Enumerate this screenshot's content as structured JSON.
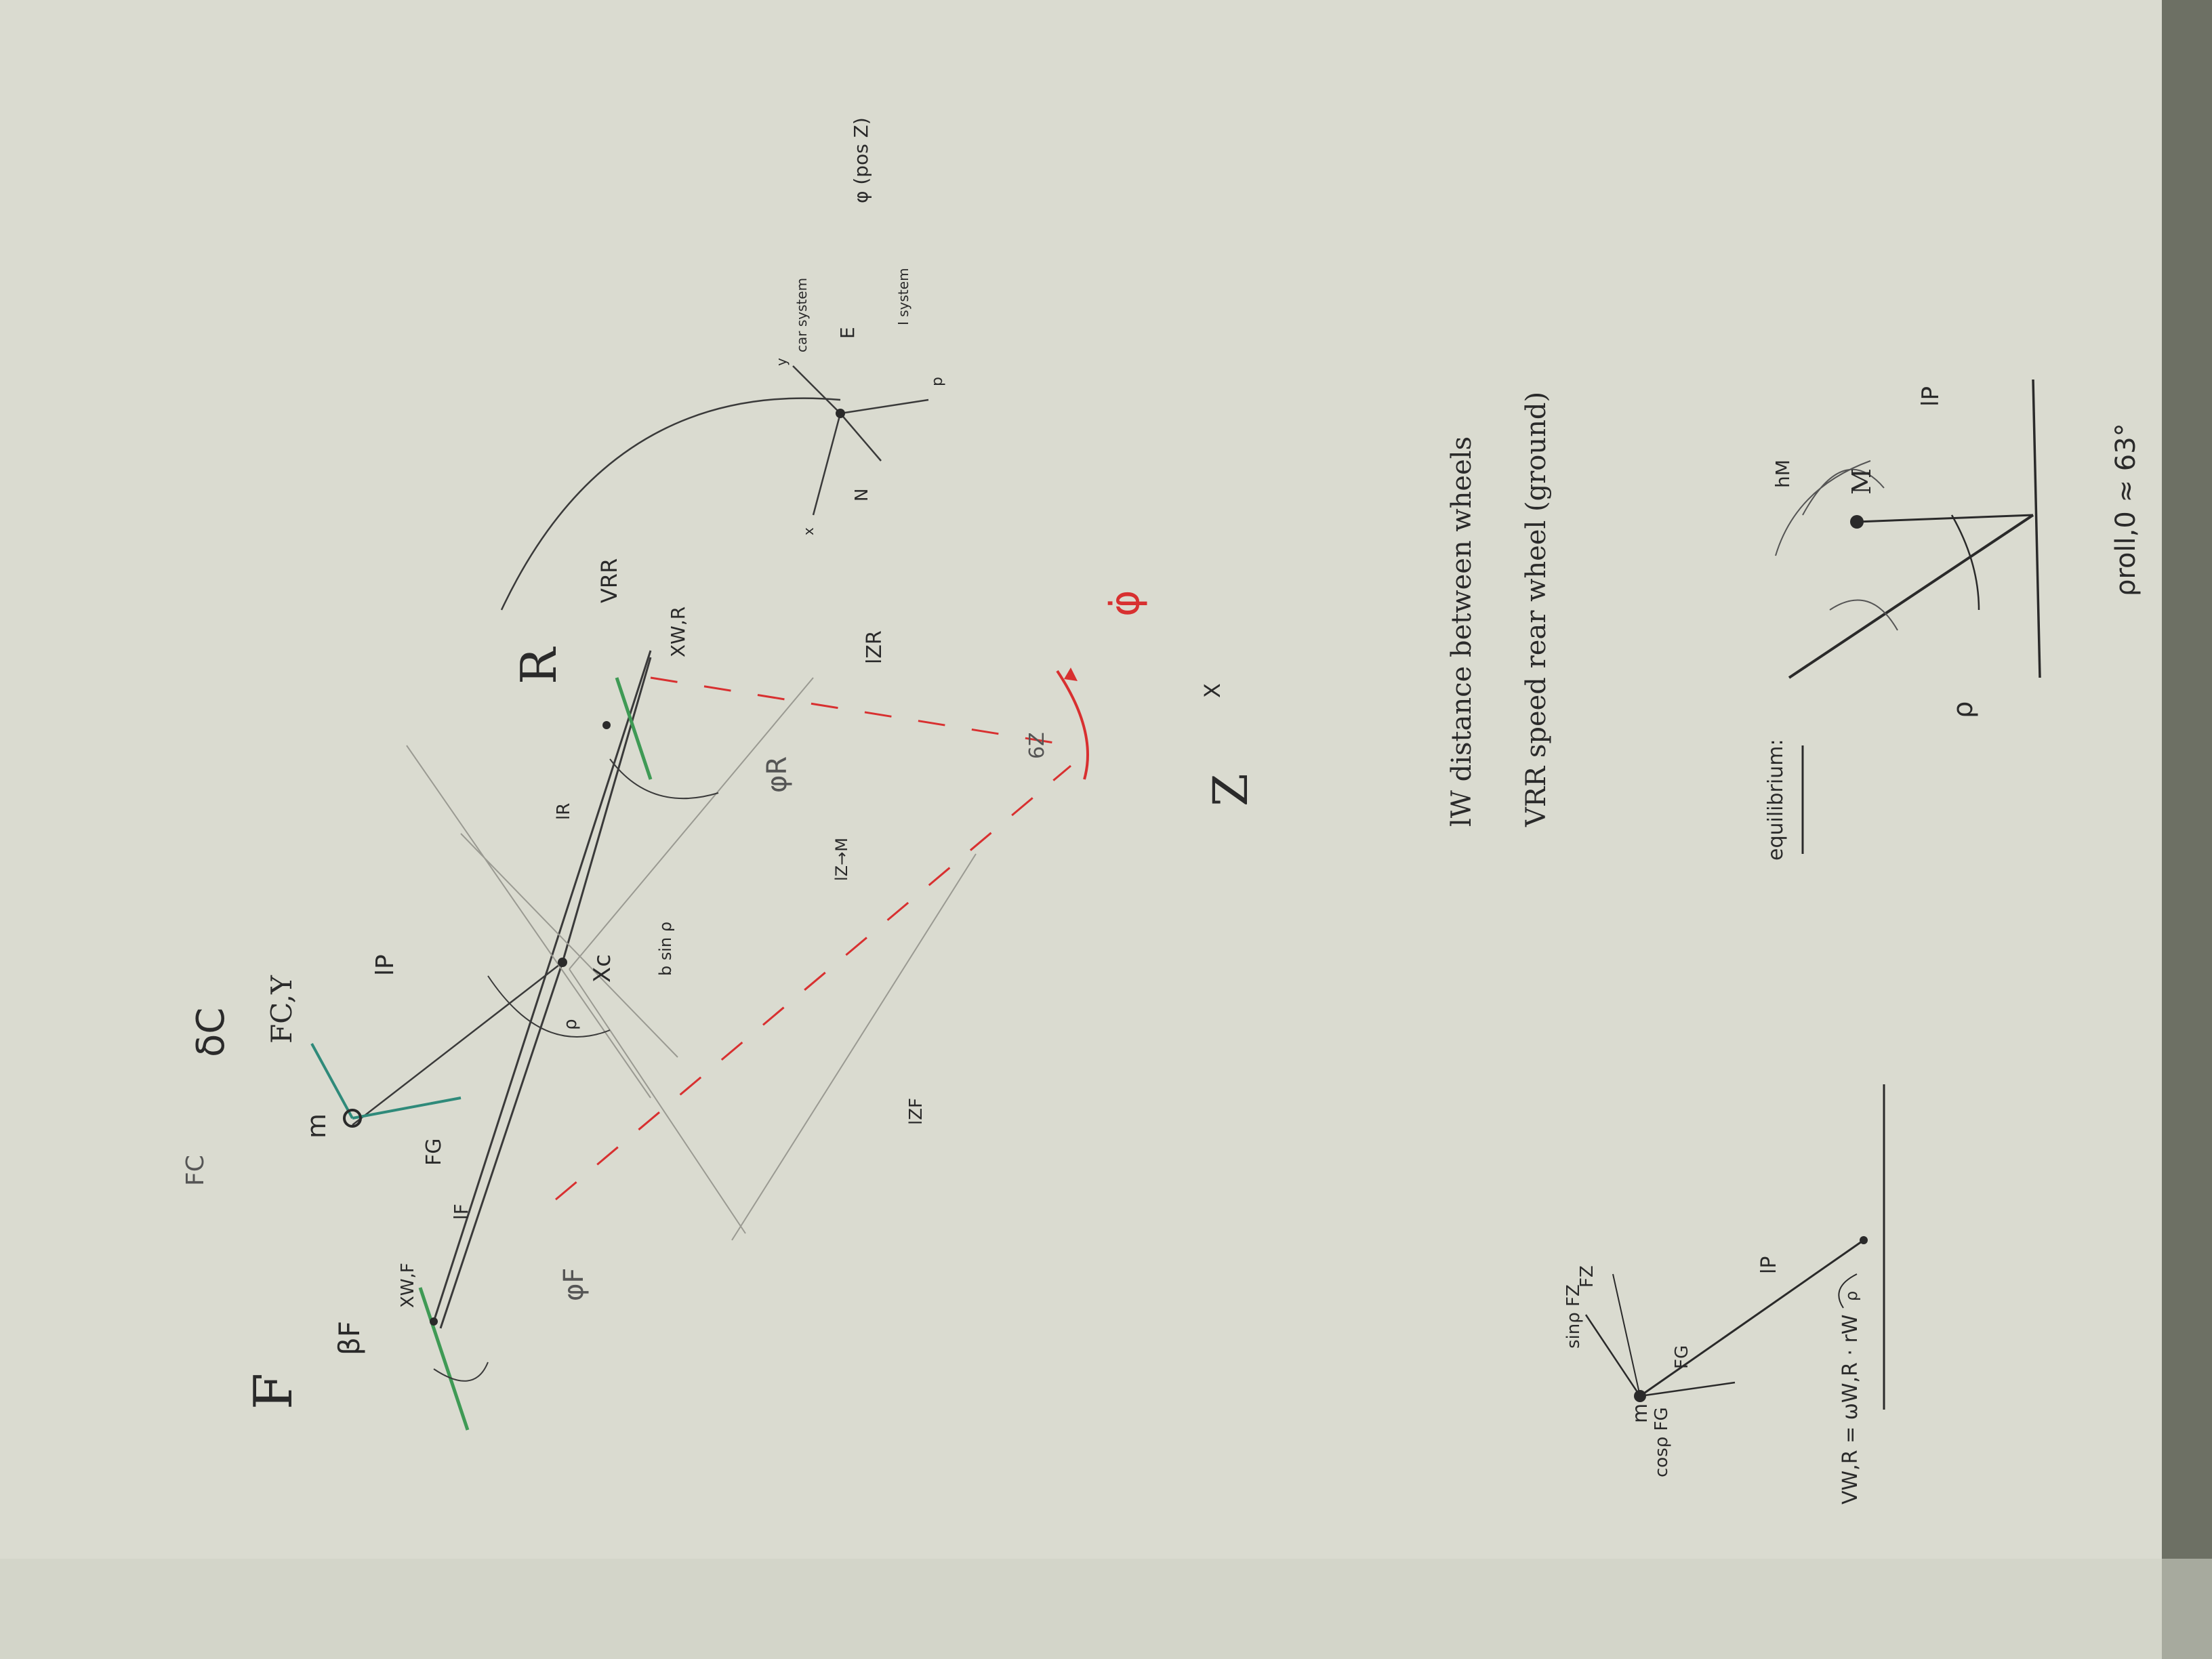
{
  "colors": {
    "paper": "#dadbd0",
    "paper_shadow": "#c6c8bb",
    "ink": "#2a2a2a",
    "pencil": "#8a8a82",
    "red": "#d83030",
    "green": "#3f9a55",
    "teal": "#2f8a7a",
    "background": "#6d7064"
  },
  "vehicle_sketch": {
    "front_label": "F",
    "rear_label": "R",
    "center_label": "Xc",
    "mass_label": "m",
    "l_f": "lF",
    "l_r": "lR",
    "l_p": "lP",
    "x_wf": "XW,F",
    "x_wr": "XW,R",
    "v_rr": "VRR",
    "beta_f": "βF",
    "delta_c": "δC",
    "f_cy": "FC,Y",
    "f_g": "FG",
    "f_c": "FC",
    "rho": "ρ",
    "b_sin_rho": "b sin ρ",
    "l_zf": "lZF",
    "l_zm": "lZ→M",
    "l_zr": "lZR",
    "phi_f": "φF",
    "phi_r": "φR"
  },
  "rotation_center": {
    "z_label": "Z",
    "phi_dot": "φ̇",
    "x_mark": "X",
    "angle_label": "6Z"
  },
  "coordinate_system": {
    "car_system": "car system",
    "i_system": "I system",
    "phi_note": "φ (pos Z)",
    "e_label": "E",
    "n_label": "N",
    "x_label": "x",
    "y_label": "y",
    "p_label": "p"
  },
  "definitions": {
    "lw": "lW  distance between wheels",
    "vrr": "VRR  speed rear wheel (ground)",
    "vwr": "VW,R = ωW,R · rW"
  },
  "equilibrium": {
    "title": "equilibrium:",
    "h_m": "hM",
    "m_label": "M",
    "l_p": "lP",
    "rho": "ρ",
    "rho_roll": "ρroll,0 ≈ 63°"
  },
  "force_sketch": {
    "sin_fz": "sinρ FZ",
    "cos_fg": "cosρ FG",
    "f_z": "FZ",
    "f_g": "FG",
    "m_label": "m",
    "l_p": "lP",
    "rho": "ρ"
  }
}
